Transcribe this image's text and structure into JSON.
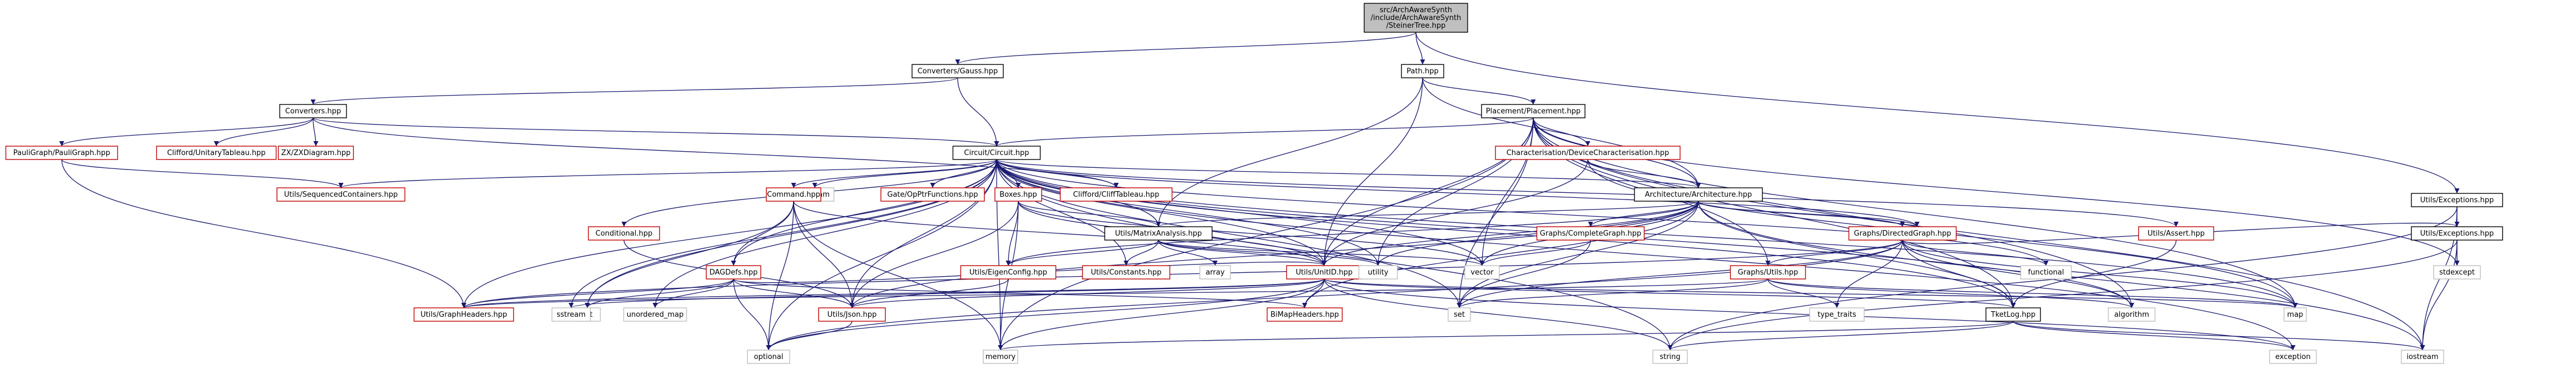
{
  "colors": {
    "edge": "#191970",
    "root_fill": "#bfbfbf",
    "node_fill": "#ffffff",
    "node_border_local": "#000000",
    "node_border_linked": "#bfbfbf",
    "text_black": "#000000",
    "text_red": "#c00000"
  },
  "nodes": [
    {
      "id": "root",
      "lines": [
        "src/ArchAwareSynth",
        "/include/ArchAwareSynth",
        "/SteinerTree.hpp"
      ],
      "kind": "root"
    },
    {
      "id": "converters-gauss",
      "lines": [
        "Converters/Gauss.hpp"
      ],
      "kind": "local"
    },
    {
      "id": "path",
      "lines": [
        "Path.hpp"
      ],
      "kind": "local"
    },
    {
      "id": "utils-exceptions",
      "lines": [
        "Utils/Exceptions.hpp"
      ],
      "kind": "local"
    },
    {
      "id": "converters",
      "lines": [
        "Converters.hpp"
      ],
      "kind": "local"
    },
    {
      "id": "placement",
      "lines": [
        "Placement/Placement.hpp"
      ],
      "kind": "local"
    },
    {
      "id": "paulgraph",
      "lines": [
        "PauliGraph/PauliGraph.hpp"
      ],
      "kind": "missing"
    },
    {
      "id": "clifford-unitary",
      "lines": [
        "Clifford/UnitaryTableau.hpp"
      ],
      "kind": "missing"
    },
    {
      "id": "zx-diagram",
      "lines": [
        "ZX/ZXDiagram.hpp"
      ],
      "kind": "missing"
    },
    {
      "id": "circuit",
      "lines": [
        "Circuit/Circuit.hpp"
      ],
      "kind": "local"
    },
    {
      "id": "characterisation",
      "lines": [
        "Characterisation/DeviceCharacterisation.hpp"
      ],
      "kind": "missing"
    },
    {
      "id": "utils-seqcontainers",
      "lines": [
        "Utils/SequencedContainers.hpp"
      ],
      "kind": "missing"
    },
    {
      "id": "ostream",
      "lines": [
        "ostream"
      ],
      "kind": "system"
    },
    {
      "id": "gate-opptr",
      "lines": [
        "Gate/OpPtrFunctions.hpp"
      ],
      "kind": "missing"
    },
    {
      "id": "clifford-tableau",
      "lines": [
        "Clifford/CliffTableau.hpp"
      ],
      "kind": "missing"
    },
    {
      "id": "architecture",
      "lines": [
        "Architecture/Architecture.hpp"
      ],
      "kind": "local"
    },
    {
      "id": "command",
      "lines": [
        "Command.hpp"
      ],
      "kind": "missing"
    },
    {
      "id": "boxes",
      "lines": [
        "Boxes.hpp"
      ],
      "kind": "missing"
    },
    {
      "id": "utils-matrixanalysis",
      "lines": [
        "Utils/MatrixAnalysis.hpp"
      ],
      "kind": "local"
    },
    {
      "id": "numeric",
      "lines": [
        "numeric"
      ],
      "kind": "system"
    },
    {
      "id": "utils-assert",
      "lines": [
        "Utils/Assert.hpp"
      ],
      "kind": "missing"
    },
    {
      "id": "conditional",
      "lines": [
        "Conditional.hpp"
      ],
      "kind": "missing"
    },
    {
      "id": "dagdefs",
      "lines": [
        "DAGDefs.hpp"
      ],
      "kind": "missing"
    },
    {
      "id": "graphs-completegraph",
      "lines": [
        "Graphs/CompleteGraph.hpp"
      ],
      "kind": "missing"
    },
    {
      "id": "graphs-directedgraph",
      "lines": [
        "Graphs/DirectedGraph.hpp"
      ],
      "kind": "missing"
    },
    {
      "id": "utils-exceptions-b",
      "lines": [
        "Utils/Exceptions.hpp"
      ],
      "kind": "local"
    },
    {
      "id": "list",
      "lines": [
        "list"
      ],
      "kind": "system"
    },
    {
      "id": "unordered-map",
      "lines": [
        "unordered_map"
      ],
      "kind": "system"
    },
    {
      "id": "utils-eigenconfig",
      "lines": [
        "Utils/EigenConfig.hpp"
      ],
      "kind": "missing"
    },
    {
      "id": "utils-constants",
      "lines": [
        "Utils/Constants.hpp"
      ],
      "kind": "missing"
    },
    {
      "id": "array",
      "lines": [
        "array"
      ],
      "kind": "system"
    },
    {
      "id": "utils-unitid",
      "lines": [
        "Utils/UnitID.hpp"
      ],
      "kind": "missing"
    },
    {
      "id": "utility",
      "lines": [
        "utility"
      ],
      "kind": "system"
    },
    {
      "id": "vector",
      "lines": [
        "vector"
      ],
      "kind": "system"
    },
    {
      "id": "graphs-utils",
      "lines": [
        "Graphs/Utils.hpp"
      ],
      "kind": "missing"
    },
    {
      "id": "functional",
      "lines": [
        "functional"
      ],
      "kind": "system"
    },
    {
      "id": "stdexcept",
      "lines": [
        "stdexcept"
      ],
      "kind": "system"
    },
    {
      "id": "utils-graphheaders",
      "lines": [
        "Utils/GraphHeaders.hpp"
      ],
      "kind": "missing"
    },
    {
      "id": "sstream",
      "lines": [
        "sstream"
      ],
      "kind": "system"
    },
    {
      "id": "utils-json",
      "lines": [
        "Utils/Json.hpp"
      ],
      "kind": "missing"
    },
    {
      "id": "bimapheaders",
      "lines": [
        "BiMapHeaders.hpp"
      ],
      "kind": "missing"
    },
    {
      "id": "set",
      "lines": [
        "set"
      ],
      "kind": "system"
    },
    {
      "id": "type-traits",
      "lines": [
        "type_traits"
      ],
      "kind": "system"
    },
    {
      "id": "tketlog",
      "lines": [
        "TketLog.hpp"
      ],
      "kind": "local"
    },
    {
      "id": "algorithm",
      "lines": [
        "algorithm"
      ],
      "kind": "system"
    },
    {
      "id": "map",
      "lines": [
        "map"
      ],
      "kind": "system"
    },
    {
      "id": "optional",
      "lines": [
        "optional"
      ],
      "kind": "system"
    },
    {
      "id": "memory",
      "lines": [
        "memory"
      ],
      "kind": "system"
    },
    {
      "id": "string",
      "lines": [
        "string"
      ],
      "kind": "system"
    },
    {
      "id": "exception",
      "lines": [
        "exception"
      ],
      "kind": "system"
    },
    {
      "id": "iostream",
      "lines": [
        "iostream"
      ],
      "kind": "system"
    }
  ],
  "edges": [
    [
      "root",
      "converters-gauss"
    ],
    [
      "root",
      "path"
    ],
    [
      "root",
      "utils-exceptions"
    ],
    [
      "converters-gauss",
      "converters"
    ],
    [
      "converters-gauss",
      "circuit"
    ],
    [
      "path",
      "placement"
    ],
    [
      "path",
      "architecture"
    ],
    [
      "path",
      "utils-unitid"
    ],
    [
      "path",
      "utils-matrixanalysis"
    ],
    [
      "utils-exceptions",
      "stdexcept"
    ],
    [
      "utils-exceptions",
      "string"
    ],
    [
      "utils-exceptions",
      "iostream"
    ],
    [
      "converters",
      "paulgraph"
    ],
    [
      "converters",
      "clifford-unitary"
    ],
    [
      "converters",
      "zx-diagram"
    ],
    [
      "converters",
      "circuit"
    ],
    [
      "converters",
      "clifford-tableau"
    ],
    [
      "paulgraph",
      "utils-seqcontainers"
    ],
    [
      "paulgraph",
      "utils-graphheaders"
    ],
    [
      "placement",
      "circuit"
    ],
    [
      "placement",
      "characterisation"
    ],
    [
      "placement",
      "architecture"
    ],
    [
      "placement",
      "graphs-utils"
    ],
    [
      "placement",
      "utility"
    ],
    [
      "placement",
      "vector"
    ],
    [
      "placement",
      "map"
    ],
    [
      "placement",
      "set"
    ],
    [
      "placement",
      "tketlog"
    ],
    [
      "placement",
      "stdexcept"
    ],
    [
      "placement",
      "iostream"
    ],
    [
      "placement",
      "utils-unitid"
    ],
    [
      "placement",
      "memory"
    ],
    [
      "placement",
      "algorithm"
    ],
    [
      "characterisation",
      "architecture"
    ],
    [
      "characterisation",
      "map"
    ],
    [
      "characterisation",
      "utils-unitid"
    ],
    [
      "circuit",
      "command"
    ],
    [
      "circuit",
      "boxes"
    ],
    [
      "circuit",
      "gate-opptr"
    ],
    [
      "circuit",
      "clifford-tableau"
    ],
    [
      "circuit",
      "ostream"
    ],
    [
      "circuit",
      "utils-seqcontainers"
    ],
    [
      "circuit",
      "conditional"
    ],
    [
      "circuit",
      "dagdefs"
    ],
    [
      "circuit",
      "utils-graphheaders"
    ],
    [
      "circuit",
      "utils-unitid"
    ],
    [
      "circuit",
      "utils-json"
    ],
    [
      "circuit",
      "utils-assert"
    ],
    [
      "circuit",
      "list"
    ],
    [
      "circuit",
      "unordered-map"
    ],
    [
      "circuit",
      "utility"
    ],
    [
      "circuit",
      "vector"
    ],
    [
      "circuit",
      "functional"
    ],
    [
      "circuit",
      "map"
    ],
    [
      "circuit",
      "set"
    ],
    [
      "circuit",
      "optional"
    ],
    [
      "circuit",
      "string"
    ],
    [
      "circuit",
      "memory"
    ],
    [
      "circuit",
      "exception"
    ],
    [
      "circuit",
      "tketlog"
    ],
    [
      "circuit",
      "algorithm"
    ],
    [
      "circuit",
      "sstream"
    ],
    [
      "circuit",
      "architecture"
    ],
    [
      "circuit",
      "numeric"
    ],
    [
      "circuit",
      "utils-matrixanalysis"
    ],
    [
      "circuit",
      "utils-constants"
    ],
    [
      "command",
      "dagdefs"
    ],
    [
      "command",
      "utils-unitid"
    ],
    [
      "command",
      "utils-json"
    ],
    [
      "command",
      "optional"
    ],
    [
      "command",
      "memory"
    ],
    [
      "command",
      "list"
    ],
    [
      "boxes",
      "utils-matrixanalysis"
    ],
    [
      "boxes",
      "utils-eigenconfig"
    ],
    [
      "boxes",
      "utils-json"
    ],
    [
      "boxes",
      "memory"
    ],
    [
      "boxes",
      "vector"
    ],
    [
      "boxes",
      "utils-unitid"
    ],
    [
      "conditional",
      "utils-json"
    ],
    [
      "dagdefs",
      "utils-graphheaders"
    ],
    [
      "dagdefs",
      "list"
    ],
    [
      "dagdefs",
      "unordered-map"
    ],
    [
      "dagdefs",
      "utils-unitid"
    ],
    [
      "dagdefs",
      "optional"
    ],
    [
      "dagdefs",
      "bimapheaders"
    ],
    [
      "dagdefs",
      "utils-json"
    ],
    [
      "architecture",
      "utils-matrixanalysis"
    ],
    [
      "architecture",
      "graphs-completegraph"
    ],
    [
      "architecture",
      "graphs-directedgraph"
    ],
    [
      "architecture",
      "utils-unitid"
    ],
    [
      "architecture",
      "numeric"
    ],
    [
      "architecture",
      "utility"
    ],
    [
      "architecture",
      "vector"
    ],
    [
      "architecture",
      "set"
    ],
    [
      "architecture",
      "bimapheaders"
    ],
    [
      "architecture",
      "utils-eigenconfig"
    ],
    [
      "architecture",
      "tketlog"
    ],
    [
      "architecture",
      "utils-json"
    ],
    [
      "architecture",
      "iostream"
    ],
    [
      "utils-matrixanalysis",
      "utils-eigenconfig"
    ],
    [
      "utils-matrixanalysis",
      "utils-constants"
    ],
    [
      "utils-matrixanalysis",
      "array"
    ],
    [
      "utils-matrixanalysis",
      "utility"
    ],
    [
      "utils-matrixanalysis",
      "vector"
    ],
    [
      "utils-matrixanalysis",
      "utils-unitid"
    ],
    [
      "graphs-completegraph",
      "vector"
    ],
    [
      "graphs-completegraph",
      "set"
    ],
    [
      "graphs-directedgraph",
      "graphs-utils"
    ],
    [
      "graphs-directedgraph",
      "utils-exceptions-b"
    ],
    [
      "graphs-directedgraph",
      "functional"
    ],
    [
      "graphs-directedgraph",
      "map"
    ],
    [
      "graphs-directedgraph",
      "set"
    ],
    [
      "graphs-directedgraph",
      "type-traits"
    ],
    [
      "graphs-directedgraph",
      "tketlog"
    ],
    [
      "graphs-directedgraph",
      "algorithm"
    ],
    [
      "graphs-directedgraph",
      "optional"
    ],
    [
      "graphs-directedgraph",
      "utils-graphheaders"
    ],
    [
      "utils-exceptions-b",
      "stdexcept"
    ],
    [
      "utils-exceptions-b",
      "string"
    ],
    [
      "utils-exceptions-b",
      "iostream"
    ],
    [
      "graphs-utils",
      "utils-graphheaders"
    ],
    [
      "graphs-utils",
      "set"
    ],
    [
      "graphs-utils",
      "map"
    ],
    [
      "graphs-utils",
      "type-traits"
    ],
    [
      "graphs-utils",
      "algorithm"
    ],
    [
      "utils-unitid",
      "utils-json"
    ],
    [
      "utils-unitid",
      "bimapheaders"
    ],
    [
      "utils-unitid",
      "tketlog"
    ],
    [
      "utils-unitid",
      "sstream"
    ],
    [
      "utils-unitid",
      "string"
    ],
    [
      "utils-unitid",
      "optional"
    ],
    [
      "utils-unitid",
      "memory"
    ],
    [
      "utils-unitid",
      "exception"
    ],
    [
      "utils-unitid",
      "map"
    ],
    [
      "utils-unitid",
      "utils-graphheaders"
    ],
    [
      "utils-eigenconfig",
      "utils-json"
    ],
    [
      "utils-assert",
      "tketlog"
    ],
    [
      "utils-json",
      "optional"
    ],
    [
      "tketlog",
      "string"
    ],
    [
      "tketlog",
      "memory"
    ],
    [
      "tketlog",
      "exception"
    ],
    [
      "tketlog",
      "iostream"
    ]
  ]
}
